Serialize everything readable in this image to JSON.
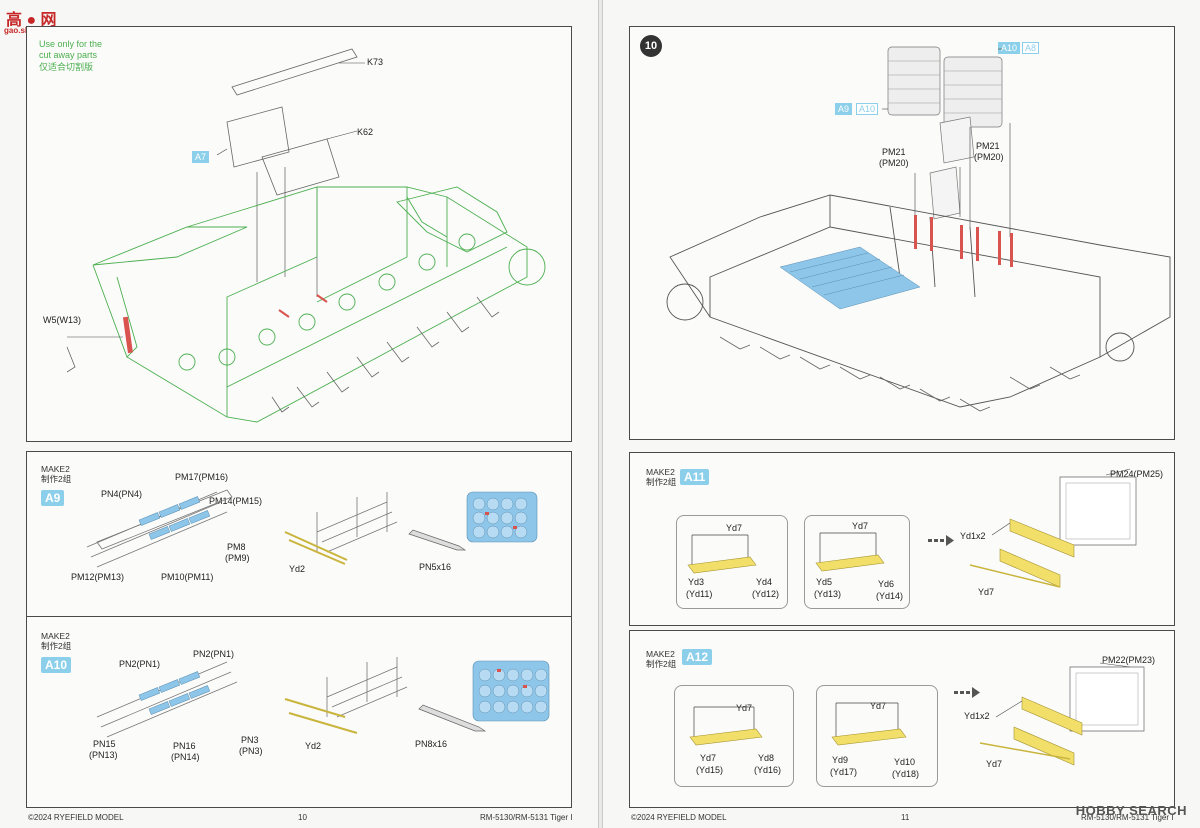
{
  "watermark": {
    "top_logo": "高 ● 网",
    "top_url": "gao.shou.com",
    "bottom_logo": "HOBBY SEARCH"
  },
  "left_page": {
    "note_line1": "Use only for the",
    "note_line2": "cut away parts",
    "note_line3": "仅适合切割版",
    "parts": {
      "k73": "K73",
      "k62": "K62",
      "a7": "A7",
      "w5": "W5(W13)"
    },
    "a9_panel": {
      "make": "MAKE2\n制作2组",
      "badge": "A9",
      "labels": {
        "pm17": "PM17(PM16)",
        "pn4": "PN4(PN4)",
        "pm14": "PM14(PM15)",
        "pm8a": "PM8",
        "pm8b": "(PM9)",
        "pm12": "PM12(PM13)",
        "pm10": "PM10(PM11)",
        "yd2": "Yd2",
        "pn5": "PN5x16"
      }
    },
    "a10_panel": {
      "make": "MAKE2\n制作2组",
      "badge": "A10",
      "labels": {
        "pn2a": "PN2(PN1)",
        "pn2b": "PN2(PN1)",
        "pn15a": "PN15",
        "pn15b": "(PN13)",
        "pn16a": "PN16",
        "pn16b": "(PN14)",
        "pn3a": "PN3",
        "pn3b": "(PN3)",
        "yd2": "Yd2",
        "pn8": "PN8x16"
      }
    },
    "footer": {
      "copyright": "©2024 RYEFIELD MODEL",
      "page_num": "10",
      "model": "RM-5130/RM-5131 Tiger I"
    }
  },
  "right_page": {
    "step_num": "10",
    "tags": {
      "a10": "A10",
      "a8": "A8",
      "a9": "A9",
      "a10b": "A10"
    },
    "labels": {
      "pm21a": "PM21",
      "pm20a": "(PM20)",
      "pm21b": "PM21",
      "pm20b": "(PM20)"
    },
    "a11_panel": {
      "make": "MAKE2\n制作2组",
      "badge": "A11",
      "labels": {
        "yd7a": "Yd7",
        "yd3": "Yd3",
        "yd11": "(Yd11)",
        "yd4": "Yd4",
        "yd12": "(Yd12)",
        "yd7b": "Yd7",
        "yd5": "Yd5",
        "yd13": "(Yd13)",
        "yd6": "Yd6",
        "yd14": "(Yd14)",
        "yd1x2": "Yd1x2",
        "yd7c": "Yd7",
        "pm24": "PM24(PM25)"
      }
    },
    "a12_panel": {
      "make": "MAKE2\n制作2组",
      "badge": "A12",
      "labels": {
        "yd7a": "Yd7",
        "yd7b": "Yd7",
        "yd15": "(Yd15)",
        "yd8": "Yd8",
        "yd16": "(Yd16)",
        "yd7c": "Yd7",
        "yd9": "Yd9",
        "yd17": "(Yd17)",
        "yd10": "Yd10",
        "yd18": "(Yd18)",
        "yd1x2": "Yd1x2",
        "yd7d": "Yd7",
        "pm22": "PM22(PM23)"
      }
    },
    "footer": {
      "copyright": "©2024 RYEFIELD MODEL",
      "page_num": "11",
      "model": "RM-5130/RM-5131 Tiger I"
    }
  },
  "colors": {
    "badge": "#8ccfea",
    "green_line": "#4caf50",
    "yellow_part": "#f2df6a",
    "blue_ammo": "#8ec6ea",
    "red_mark": "#d9534f"
  }
}
